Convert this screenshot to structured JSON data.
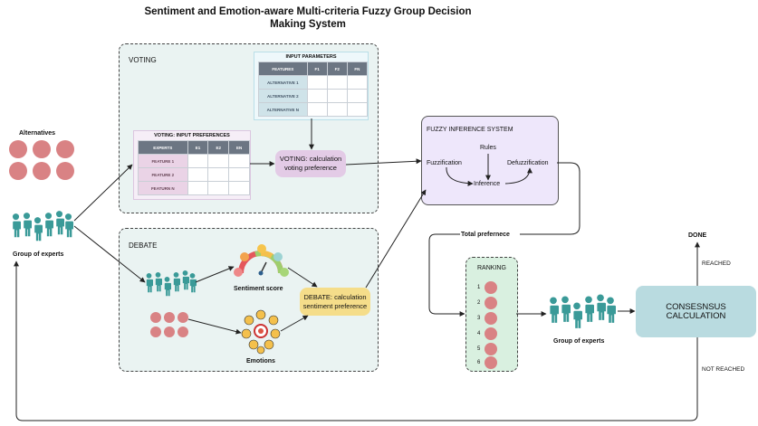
{
  "title": {
    "line1": "Sentiment and Emotion-aware Multi-criteria Fuzzy Group Decision",
    "line2": "Making System"
  },
  "voting": {
    "label": "VOTING",
    "input_parameters": {
      "title": "INPUT PARAMETERS",
      "headers": [
        "FEATURES",
        "F1",
        "F2",
        "FN"
      ],
      "rows": [
        "ALTERNATIVE 1",
        "ALTERNATIVE 2",
        "ALTERNATIVE N"
      ]
    },
    "input_preferences": {
      "title": "VOTING: INPUT PREFERENCES",
      "headers": [
        "EXPERTS",
        "E1",
        "E2",
        "EN"
      ],
      "rows": [
        "FEATURE 1",
        "FEATURE 2",
        "FEATURN N"
      ]
    },
    "calc_line1": "VOTING: calculation",
    "calc_line2": "voting preference"
  },
  "debate": {
    "label": "DEBATE",
    "sentiment_label": "Sentiment score",
    "emotions_label": "Emotions",
    "calc_line1": "DEBATE: calculation",
    "calc_line2": "sentiment preference"
  },
  "alternatives_label": "Alternatives",
  "group_experts_left": "Group of experts",
  "group_experts_right": "Group of experts",
  "fis": {
    "label": "FUZZY INFERENCE SYSTEM",
    "rules": "Rules",
    "fuzzification": "Fuzzification",
    "defuzzification": "Defuzzification",
    "inference": "Inference"
  },
  "total_preference": "Total prefernece",
  "ranking": {
    "label": "RANKING",
    "items": [
      "1",
      "2",
      "3",
      "4",
      "5",
      "6"
    ]
  },
  "consensus": "CONSESNSUS CALCULATION",
  "done": "DONE",
  "reached": "REACHED",
  "not_reached": "NOT REACHED",
  "colors": {
    "teal": "#3a9a98",
    "pink_dot": "#d98284",
    "panel_bg": "#eaf3f2",
    "voting_calc": "#e3cbe6",
    "debate_calc": "#f5dd8a",
    "fis_bg": "#eee7fb",
    "ranking_bg": "#d9f0e0",
    "consensus_bg": "#b9dbe0"
  }
}
